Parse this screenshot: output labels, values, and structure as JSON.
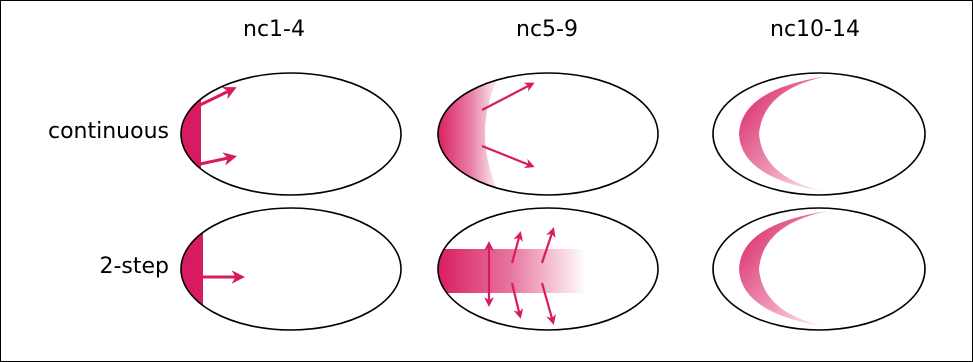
{
  "columns": [
    "nc1-4",
    "nc5-9",
    "nc10-14"
  ],
  "rows": [
    "continuous",
    "2-step"
  ],
  "colors": {
    "gradient": "#d81b60",
    "outline": "#000000",
    "background": "#ffffff"
  }
}
